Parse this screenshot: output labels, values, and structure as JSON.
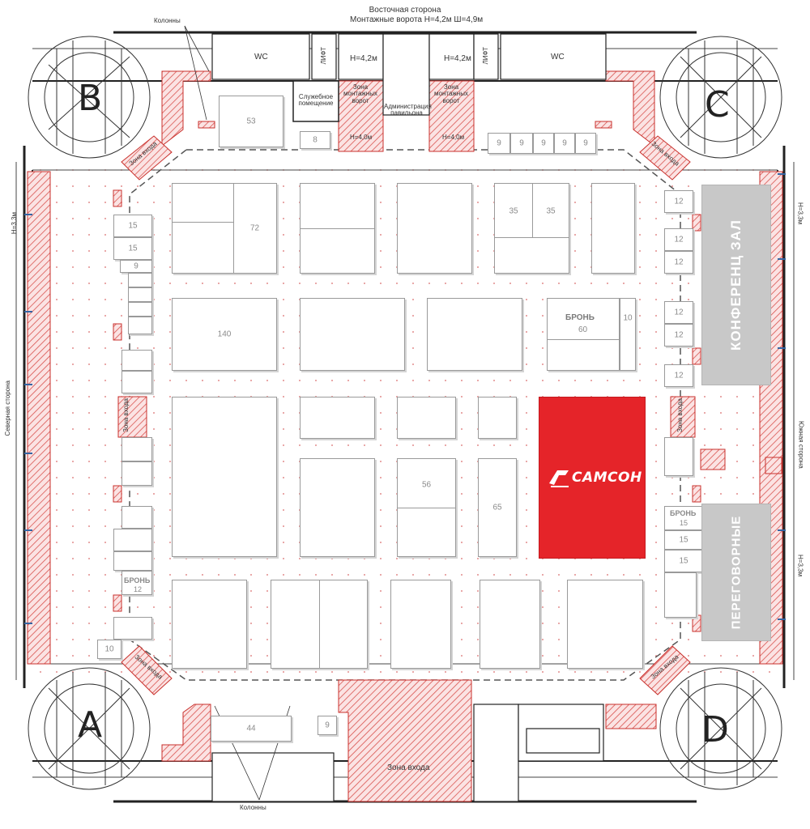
{
  "top": {
    "east_side": "Восточная сторона",
    "gates_note": "Монтажные ворота Н=4,2м Ш=4,9м",
    "columns_label": "Колонны",
    "wc_left": "WC",
    "wc_right": "WC",
    "lift_left": "ЛИФТ",
    "lift_right": "ЛИФТ",
    "height_left": "Н=4,2м",
    "height_right": "Н=4,2м",
    "service_room": "Служебное помещение",
    "gate_zone_left": "Зона монтажных ворот",
    "gate_zone_right": "Зона монтажных ворот",
    "admin_room": "Администрация павильона",
    "h_small_left": "Н=4,0м",
    "h_small_right": "Н=4,0м"
  },
  "entrance_zones": {
    "nw": "Зона входа",
    "ne": "Зона входа",
    "sw": "Зона входа",
    "se": "Зона входа",
    "west": "Зона входа",
    "east": "Зона входа",
    "south": "Зона входа"
  },
  "sides": {
    "north": "Северная сторона",
    "south": "Южная сторона",
    "h_left": "Н=3,3м",
    "h_right_top": "Н=3,3м",
    "h_right_bottom": "Н=3,3м"
  },
  "bottom": {
    "columns_label": "Колонны"
  },
  "corners": {
    "a": "A",
    "b": "B",
    "c": "C",
    "d": "D"
  },
  "halls": {
    "conference": "КОНФЕРЕНЦ ЗАЛ",
    "meeting_rooms": "ПЕРЕГОВОРНЫЕ"
  },
  "booths": {
    "b53": "53",
    "b8": "8",
    "b9_1": "9",
    "b9_2": "9",
    "b9_3": "9",
    "b9_4": "9",
    "b9_5": "9",
    "b72": "72",
    "b35_1": "35",
    "b35_2": "35",
    "b140": "140",
    "b60_label": "БРОНЬ",
    "b60": "60",
    "b10_top": "10",
    "b56": "56",
    "b65": "65",
    "left_15a": "15",
    "left_15b": "15",
    "left_9": "9",
    "left_bron": "БРОНЬ",
    "left_12": "12",
    "left_10": "10",
    "right_12a": "12",
    "right_12b": "12",
    "right_12c": "12",
    "right_12d": "12",
    "right_12e": "12",
    "right_12f": "12",
    "right_bron": "БРОНЬ",
    "right_15a": "15",
    "right_15b": "15",
    "right_15c": "15",
    "b44": "44",
    "b9_bottom": "9"
  },
  "samson": {
    "logo_text": "САМСОН",
    "color": "#e52429"
  },
  "colors": {
    "wall": "#222222",
    "hatch": "#d9534f",
    "booth_border": "#9a9a9a",
    "hall_grey": "#c8c8c8"
  }
}
